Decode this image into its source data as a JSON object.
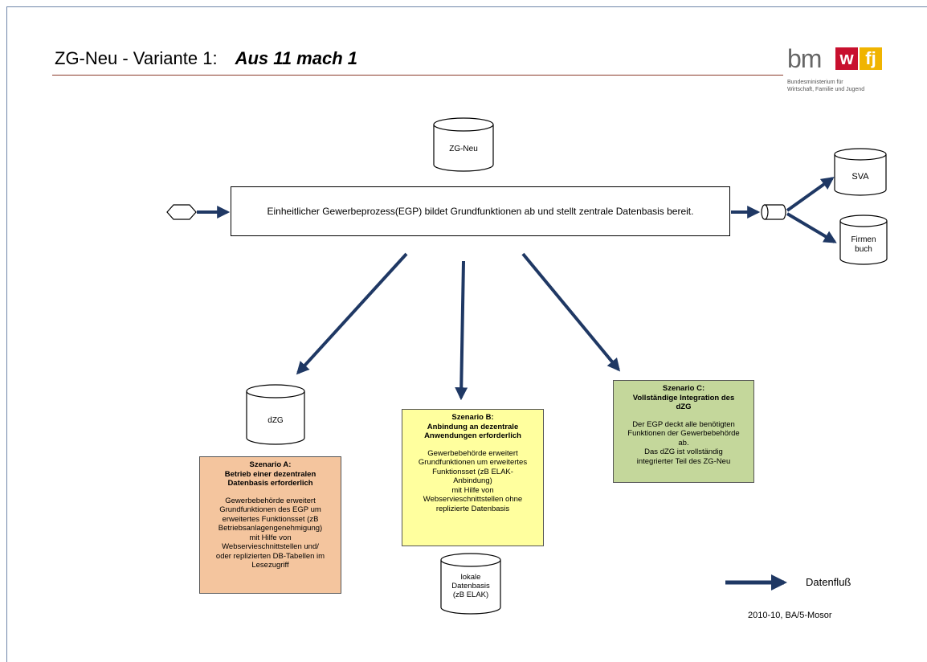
{
  "header": {
    "title": "ZG-Neu - Variante 1:",
    "subtitle": "Aus 11 mach 1"
  },
  "logo": {
    "bm": "bm",
    "w": "w",
    "f": "fj",
    "line1": "Bundesministerium für",
    "line2": "Wirtschaft, Familie und Jugend"
  },
  "nodes": {
    "zg_neu": "ZG-Neu",
    "main_process": "Einheitlicher Gewerbeprozess(EGP) bildet Grundfunktionen ab und stellt zentrale Datenbasis bereit.",
    "sva": "SVA",
    "firmenbuch_1": "Firmen",
    "firmenbuch_2": "buch",
    "dzg": "dZG",
    "lokale_1": "lokale",
    "lokale_2": "Datenbasis",
    "lokale_3": "(zB ELAK)"
  },
  "scenarios": {
    "a": {
      "title_1": "Szenario A:",
      "title_2": "Betrieb einer dezentralen",
      "title_3": "Datenbasis erforderlich",
      "body": [
        "Gewerbebehörde erweitert",
        "Grundfunktionen des EGP um",
        "erweitertes Funktionsset (zB",
        "Betriebsanlagengenehmigung)",
        "mit Hilfe von",
        "Webservieschnittstellen und/",
        "oder replizierten DB-Tabellen im",
        "Lesezugriff"
      ]
    },
    "b": {
      "title_1": "Szenario B:",
      "title_2": "Anbindung an dezentrale",
      "title_3": "Anwendungen erforderlich",
      "body": [
        "Gewerbebehörde erweitert",
        "Grundfunktionen um erweitertes",
        "Funktionsset (zB ELAK-",
        "Anbindung)",
        "mit Hilfe von",
        "Webservieschnittstellen ohne",
        "replizierte Datenbasis"
      ]
    },
    "c": {
      "title_1": "Szenario C:",
      "title_2": "Vollständige Integration des",
      "title_3": "dZG",
      "body": [
        "Der EGP deckt alle benötigten",
        "Funktionen der Gewerbebehörde",
        "ab.",
        "Das dZG ist vollständig",
        "integrierter Teil des ZG-Neu"
      ]
    }
  },
  "legend": {
    "label": "Datenfluß"
  },
  "footer": {
    "text": "2010-10, BA/5-Mosor"
  },
  "colors": {
    "arrow": "#1f3864",
    "scenario_a": "#f4c59e",
    "scenario_b": "#ffff9e",
    "scenario_c": "#c4d79b"
  }
}
